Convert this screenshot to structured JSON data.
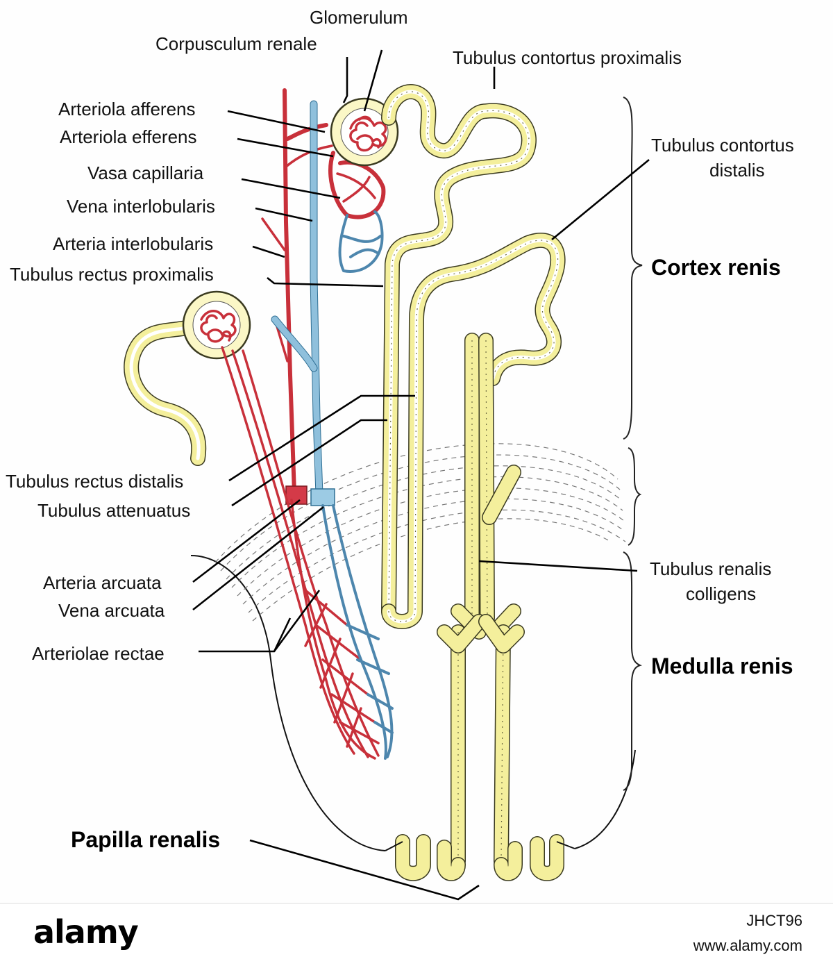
{
  "colors": {
    "tubule": "#f4ef9c",
    "artery": "#c8303a",
    "vein": "#8fc0dc",
    "line": "#000000"
  },
  "labels": {
    "glomerulum": "Glomerulum",
    "corpusculum_renale": "Corpusculum renale",
    "tubulus_contortus_proximalis": "Tubulus contortus proximalis",
    "arteriola_afferens": "Arteriola afferens",
    "arteriola_efferens": "Arteriola efferens",
    "vasa_capillaria": "Vasa capillaria",
    "vena_interlobularis": "Vena interlobularis",
    "arteria_interlobularis": "Arteria interlobularis",
    "tubulus_rectus_proximalis": "Tubulus rectus proximalis",
    "tubulus_contortus_distalis_1": "Tubulus contortus",
    "tubulus_contortus_distalis_2": "distalis",
    "cortex_renis": "Cortex renis",
    "tubulus_rectus_distalis": "Tubulus rectus distalis",
    "tubulus_attenuatus": "Tubulus attenuatus",
    "arteria_arcuata": "Arteria arcuata",
    "vena_arcuata": "Vena arcuata",
    "arteriolae_rectae": "Arteriolae rectae",
    "tubulus_renalis_colligens_1": "Tubulus renalis",
    "tubulus_renalis_colligens_2": "colligens",
    "medulla_renis": "Medulla renis",
    "papilla_renalis": "Papilla renalis"
  },
  "watermark": {
    "brand": "alamy",
    "image_id": "JHCT96",
    "site": "www.alamy.com"
  }
}
